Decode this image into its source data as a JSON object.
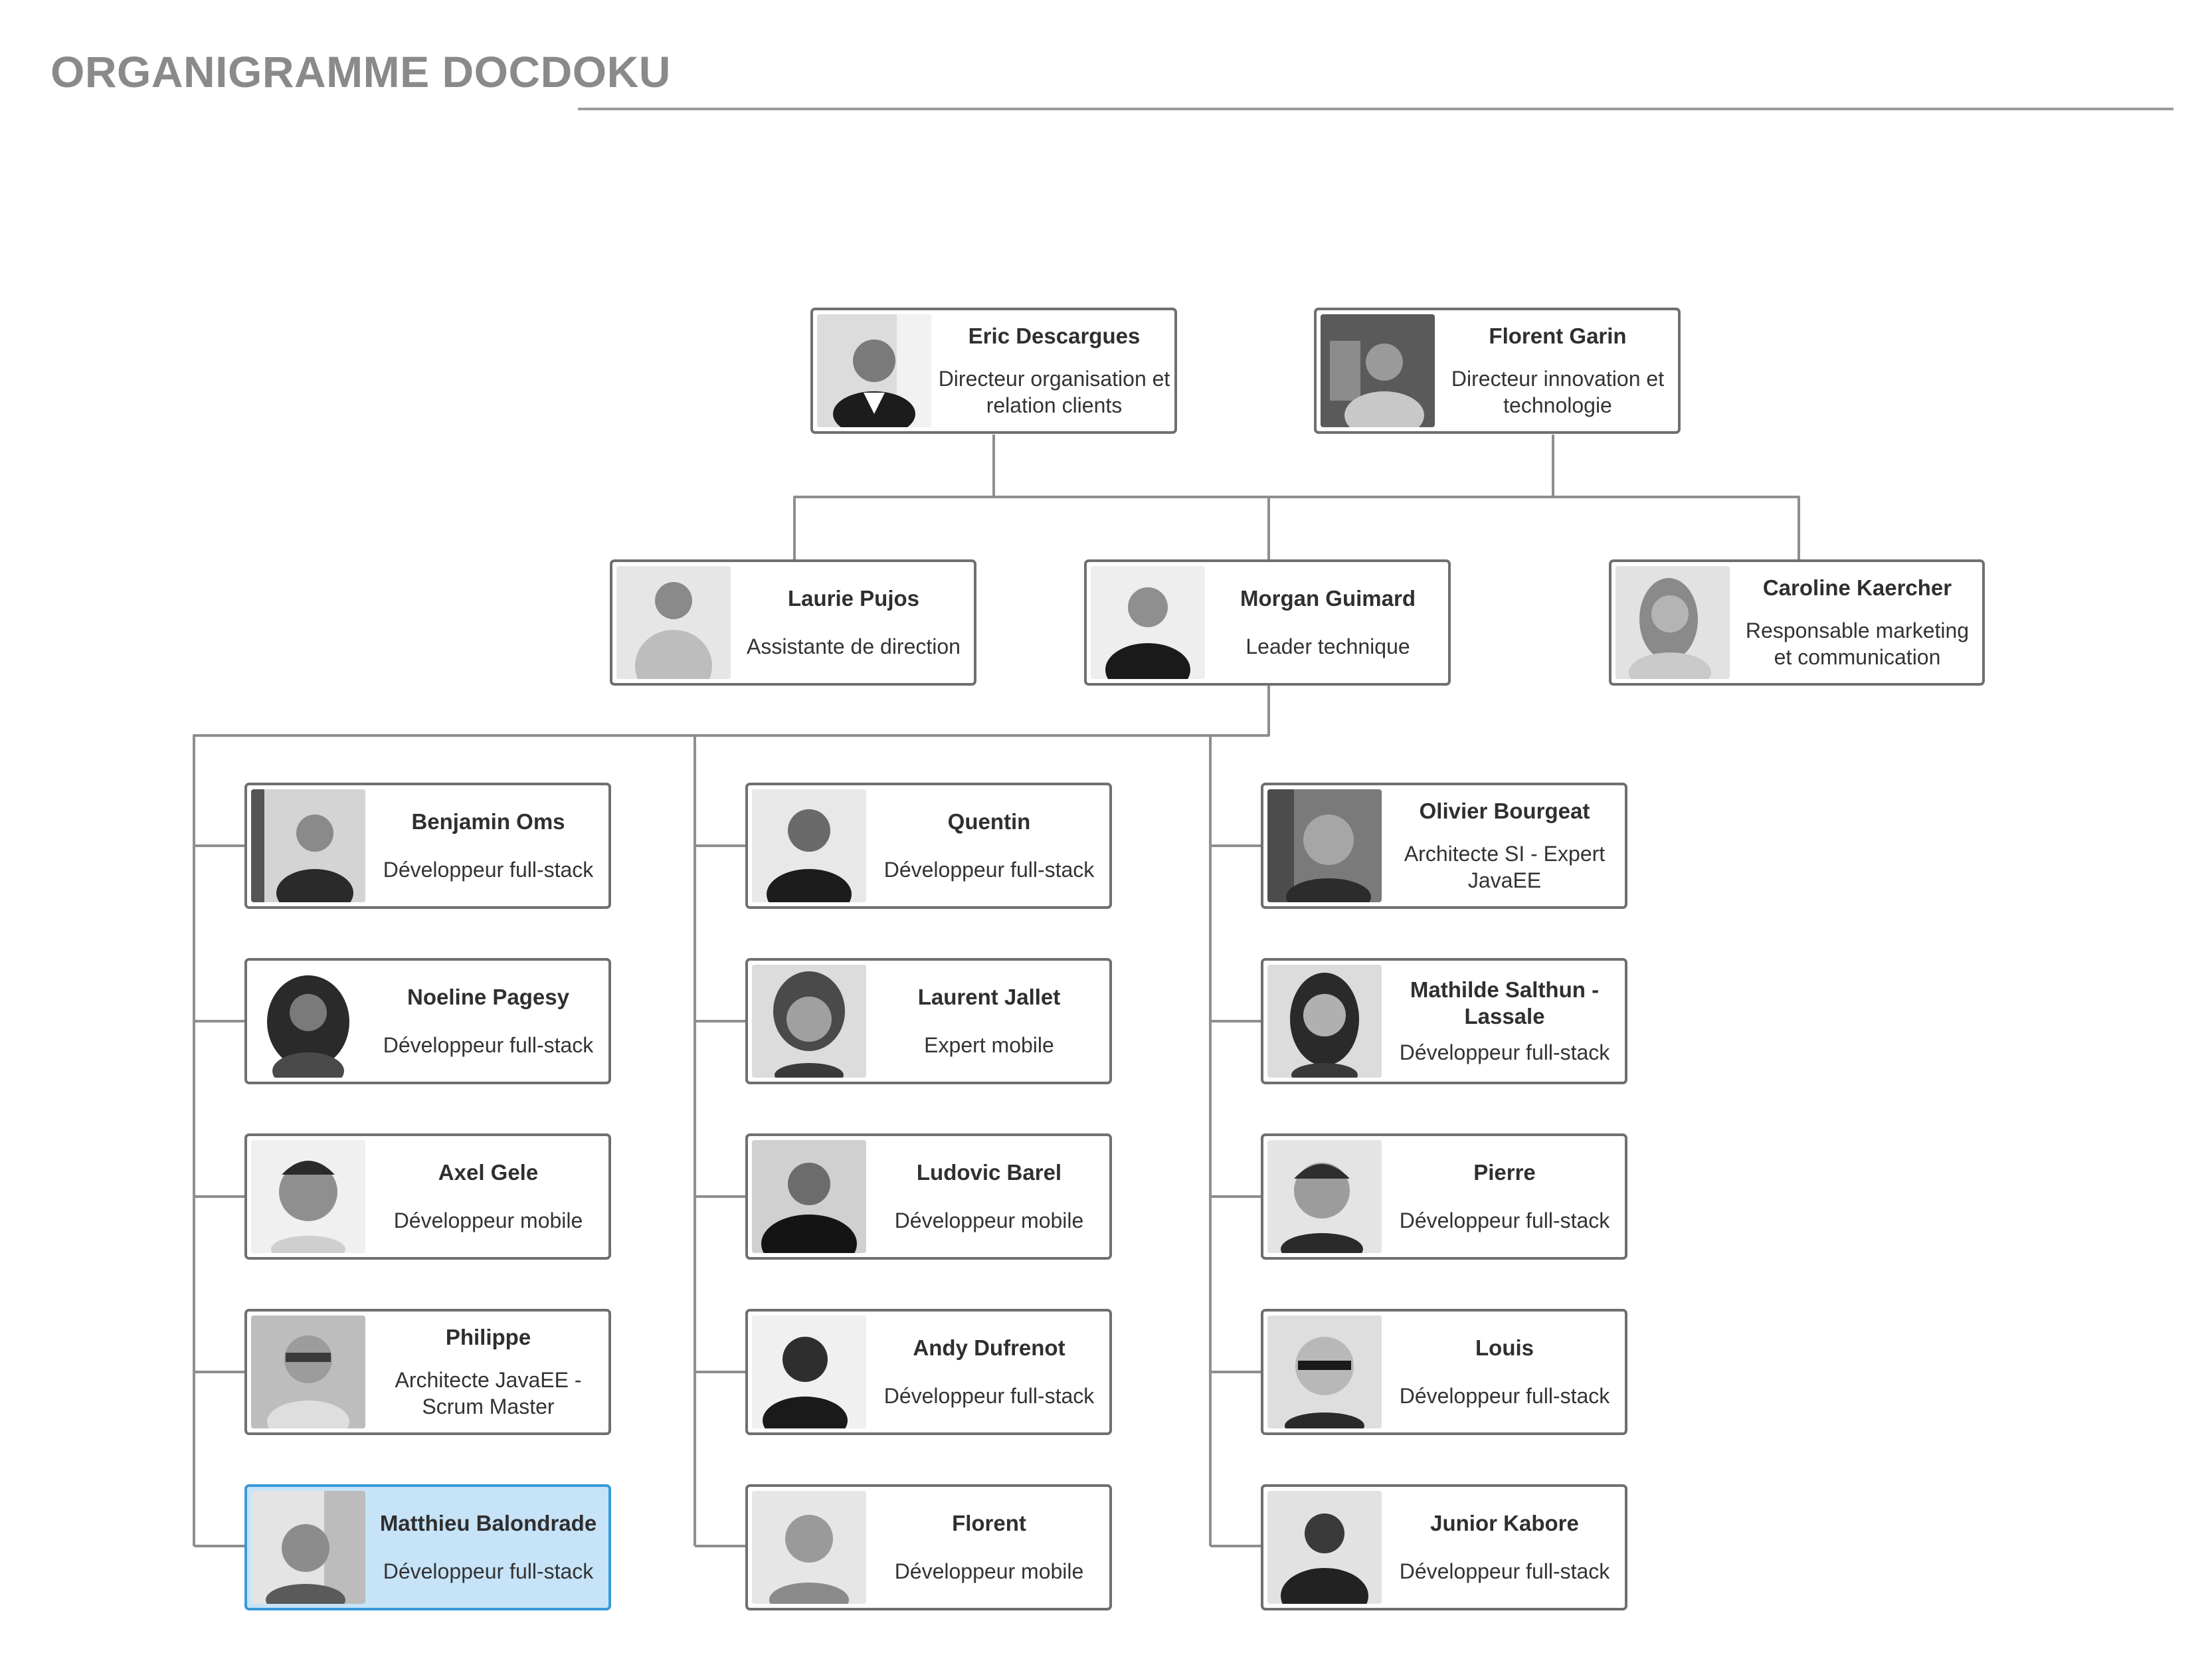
{
  "title": "ORGANIGRAMME DOCDOKU",
  "colors": {
    "title": "#8a8a8a",
    "border": "#6f6f6f",
    "selected_border": "#3a9ad9",
    "selected_fill": "#c6e3f7",
    "connector": "#8e8e8e"
  },
  "directors": [
    {
      "name": "Eric Descargues",
      "role": "Directeur organisation et relation clients"
    },
    {
      "name": "Florent Garin",
      "role": "Directeur innovation et technologie"
    }
  ],
  "managers": [
    {
      "name": "Laurie Pujos",
      "role": "Assistante de direction"
    },
    {
      "name": "Morgan Guimard",
      "role": "Leader technique"
    },
    {
      "name": "Caroline Kaercher",
      "role": "Responsable marketing et communication"
    }
  ],
  "team_columns": [
    [
      {
        "name": "Benjamin Oms",
        "role": "Développeur full-stack"
      },
      {
        "name": "Noeline Pagesy",
        "role": "Développeur full-stack"
      },
      {
        "name": "Axel Gele",
        "role": "Développeur mobile"
      },
      {
        "name": "Philippe",
        "role": "Architecte JavaEE - Scrum Master"
      },
      {
        "name": "Matthieu Balondrade",
        "role": "Développeur full-stack",
        "selected": true
      }
    ],
    [
      {
        "name": "Quentin",
        "role": "Développeur full-stack"
      },
      {
        "name": "Laurent Jallet",
        "role": "Expert mobile"
      },
      {
        "name": "Ludovic Barel",
        "role": "Développeur mobile"
      },
      {
        "name": "Andy Dufrenot",
        "role": "Développeur full-stack"
      },
      {
        "name": "Florent",
        "role": "Développeur mobile"
      }
    ],
    [
      {
        "name": "Olivier Bourgeat",
        "role": "Architecte SI - Expert JavaEE"
      },
      {
        "name": "Mathilde Salthun - Lassale",
        "role": "Développeur full-stack"
      },
      {
        "name": "Pierre",
        "role": "Développeur full-stack"
      },
      {
        "name": "Louis",
        "role": "Développeur full-stack"
      },
      {
        "name": "Junior Kabore",
        "role": "Développeur full-stack"
      }
    ]
  ]
}
